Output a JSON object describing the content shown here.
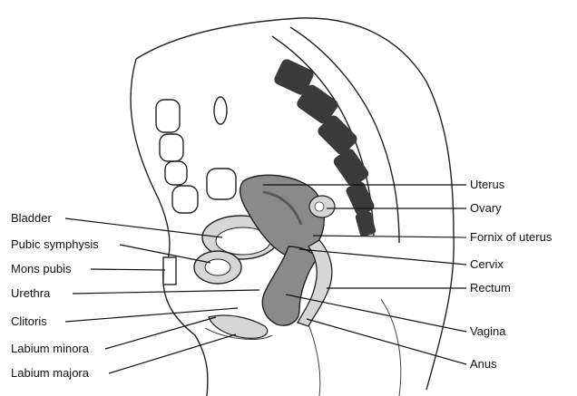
{
  "labels_left": [
    {
      "id": "bladder",
      "text": "Bladder"
    },
    {
      "id": "pubic-symphysis",
      "text": "Pubic symphysis"
    },
    {
      "id": "mons-pubis",
      "text": "Mons pubis"
    },
    {
      "id": "urethra",
      "text": "Urethra"
    },
    {
      "id": "clitoris",
      "text": "Clitoris"
    },
    {
      "id": "labium-minora",
      "text": "Labium minora"
    },
    {
      "id": "labium-majora",
      "text": "Labium majora"
    }
  ],
  "labels_right": [
    {
      "id": "uterus",
      "text": "Uterus"
    },
    {
      "id": "ovary",
      "text": "Ovary"
    },
    {
      "id": "fornix-of-uterus",
      "text": "Fornix of uterus"
    },
    {
      "id": "cervix",
      "text": "Cervix"
    },
    {
      "id": "rectum",
      "text": "Rectum"
    },
    {
      "id": "vagina",
      "text": "Vagina"
    },
    {
      "id": "anus",
      "text": "Anus"
    }
  ],
  "colors": {
    "organ_fill": "#8a8a8a",
    "organ_dark": "#5a5a5a",
    "bone_fill": "#3a3a3a",
    "soft_fill": "#d6d6d6",
    "line": "#111111"
  }
}
